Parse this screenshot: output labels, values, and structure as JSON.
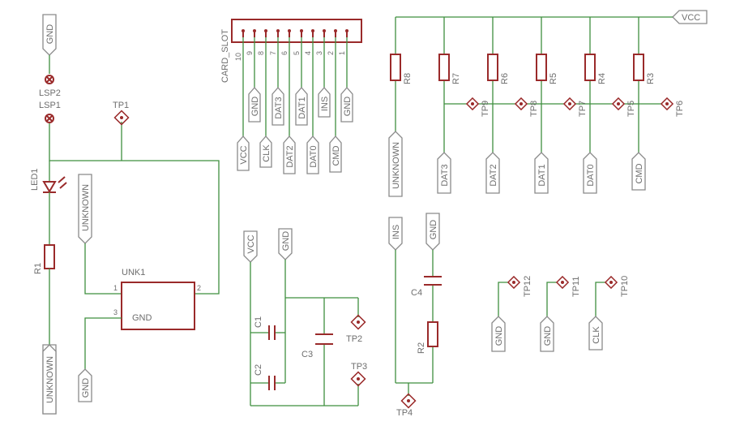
{
  "components": {
    "card_slot": "CARD_SLOT",
    "card_pins": [
      "10",
      "9",
      "8",
      "7",
      "6",
      "5",
      "4",
      "3",
      "2",
      "1"
    ],
    "unk": "UNK1",
    "unk_pins": [
      "1",
      "2",
      "3"
    ],
    "unk_gnd": "GND",
    "led": "LED1",
    "lsp1": "LSP1",
    "lsp2": "LSP2",
    "r1": "R1",
    "r2": "R2",
    "r3": "R3",
    "r4": "R4",
    "r5": "R5",
    "r6": "R6",
    "r7": "R7",
    "r8": "R8",
    "c1": "C1",
    "c2": "C2",
    "c3": "C3",
    "c4": "C4",
    "tp1": "TP1",
    "tp2": "TP2",
    "tp3": "TP3",
    "tp4": "TP4",
    "tp5": "TP5",
    "tp6": "TP6",
    "tp7": "TP7",
    "tp8": "TP8",
    "tp9": "TP9",
    "tp10": "TP10",
    "tp11": "TP11",
    "tp12": "TP12"
  },
  "nets": {
    "gnd": "GND",
    "vcc": "VCC",
    "unknown": "UNKNOWN",
    "dat0": "DAT0",
    "dat1": "DAT1",
    "dat2": "DAT2",
    "dat3": "DAT3",
    "clk": "CLK",
    "cmd": "CMD",
    "ins": "INS"
  }
}
